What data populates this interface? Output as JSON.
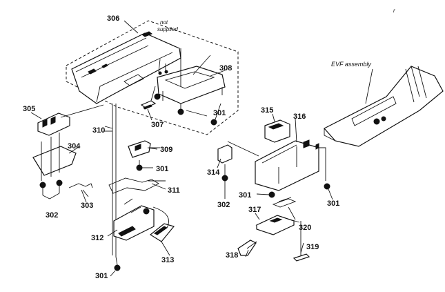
{
  "diagram": {
    "labels": {
      "p301": "301",
      "p302": "302",
      "p303": "303",
      "p304": "304",
      "p305": "305",
      "p306": "306",
      "p307": "307",
      "p308": "308",
      "p309": "309",
      "p310": "310",
      "p311": "311",
      "p312": "312",
      "p313": "313",
      "p314": "314",
      "p315": "315",
      "p316": "316",
      "p317": "317",
      "p318": "318",
      "p319": "319",
      "p320": "320"
    },
    "not_supplied_line1": "not",
    "not_supplied_line2": "supplied",
    "evf_assembly": "EVF assembly",
    "corner_mark": "r"
  }
}
